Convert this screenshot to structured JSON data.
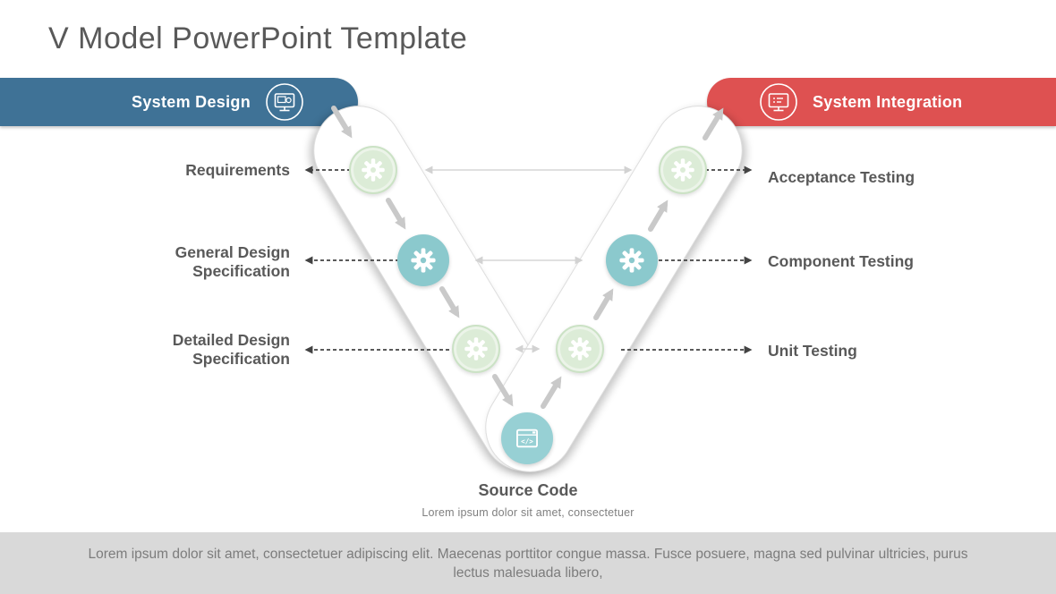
{
  "title": "V Model PowerPoint Template",
  "banners": {
    "left": {
      "label": "System Design",
      "color": "#3F7296",
      "icon": "monitor-gear-icon"
    },
    "right": {
      "label": "System Integration",
      "color": "#DE5151",
      "icon": "monitor-checklist-icon"
    }
  },
  "phases_left": [
    {
      "label": "Requirements"
    },
    {
      "label": "General Design Specification"
    },
    {
      "label": "Detailed Design Specification"
    }
  ],
  "phases_right": [
    {
      "label": "Acceptance Testing"
    },
    {
      "label": "Component Testing"
    },
    {
      "label": "Unit Testing"
    }
  ],
  "vertex": {
    "title": "Source Code",
    "caption": "Lorem ipsum dolor sit amet, consectetuer",
    "icon": "code-window-icon"
  },
  "footer": {
    "text": "Lorem ipsum dolor sit amet, consectetuer adipiscing elit. Maecenas porttitor congue massa. Fusce posuere, magna sed pulvinar ultricies, purus lectus malesuada libero,"
  },
  "colors": {
    "banner_blue": "#3F7296",
    "banner_red": "#DE5151",
    "node_green": "#DCECD7",
    "node_teal": "#8BC9CD",
    "node_code_teal": "#97D0D4",
    "band_arrow_gray": "#C9C9C9",
    "connector_gray": "#D6D6D6",
    "dashed_arrow_dark": "#434343",
    "text_dark": "#595959",
    "footer_bg": "#D9D9D9",
    "footer_text": "#7C7C7C"
  }
}
